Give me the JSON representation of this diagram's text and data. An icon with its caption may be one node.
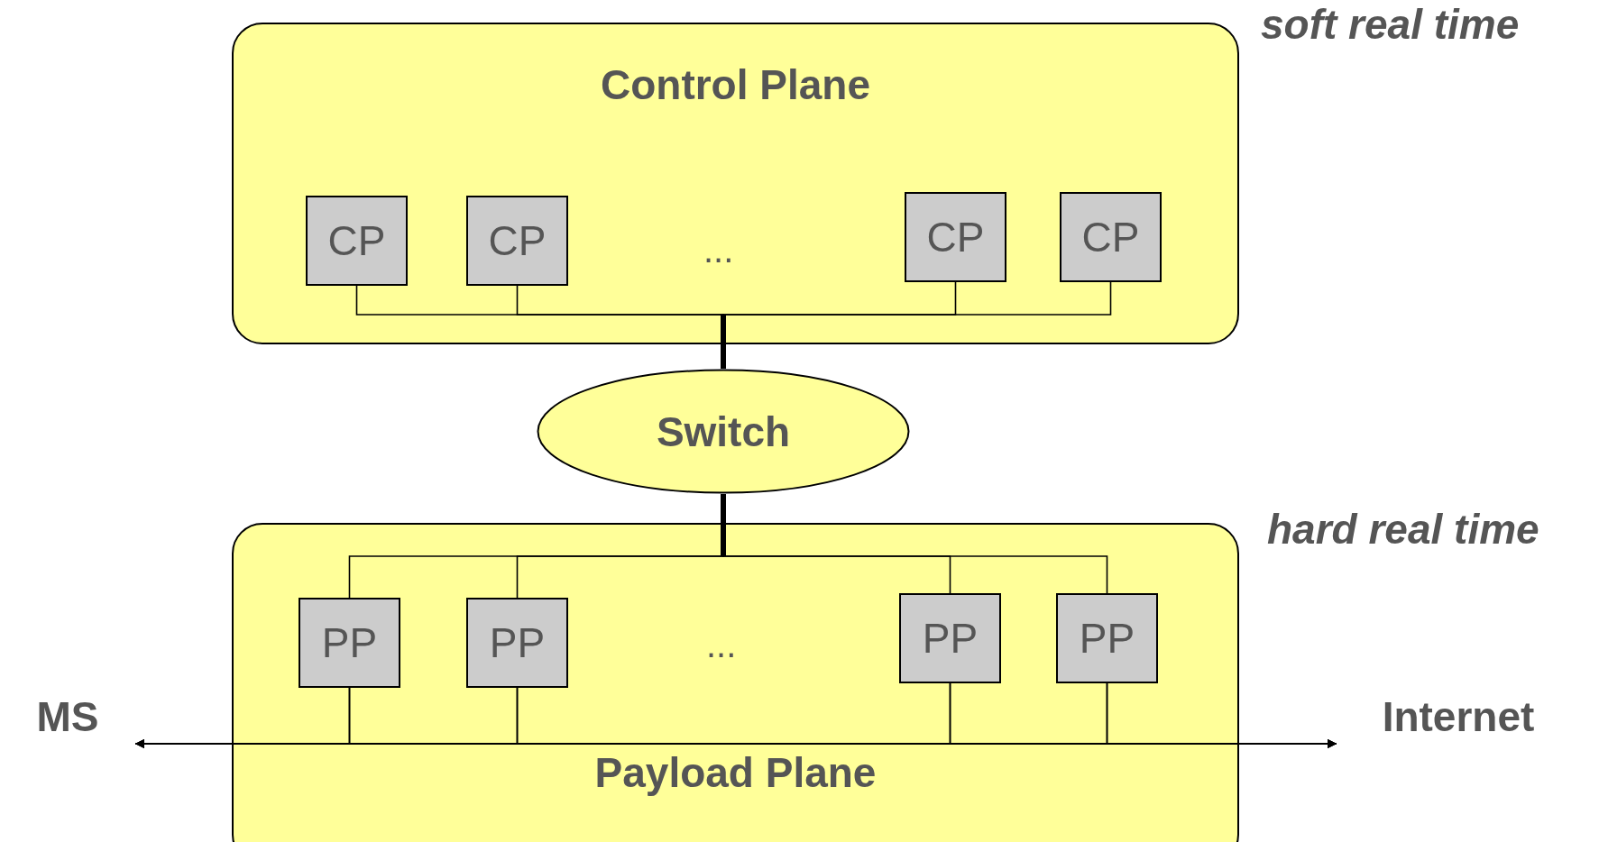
{
  "diagram": {
    "nodes": [
      {
        "text": [
          "Control Plane"
        ]
      },
      {
        "text": [
          "CP"
        ],
        "in": 0
      },
      {
        "text": [
          "CP"
        ],
        "in": 0
      },
      {
        "text": [
          "CP"
        ],
        "in": 0
      },
      {
        "text": [
          "CP"
        ],
        "in": 0
      },
      {
        "text": [
          "Switch"
        ]
      },
      {
        "text": [
          "Payload Plane"
        ]
      },
      {
        "text": [
          "PP"
        ],
        "in": 6
      },
      {
        "text": [
          "PP"
        ],
        "in": 6
      },
      {
        "text": [
          "PP"
        ],
        "in": 6
      },
      {
        "text": [
          "PP"
        ],
        "in": 6
      },
      {
        "text": [
          "MS"
        ]
      },
      {
        "text": [
          "Internet"
        ]
      }
    ],
    "edges": [
      {
        "from": 1,
        "to": 5,
        "arrow": "none"
      },
      {
        "from": 2,
        "to": 5,
        "arrow": "none"
      },
      {
        "from": 3,
        "to": 5,
        "arrow": "none"
      },
      {
        "from": 4,
        "to": 5,
        "arrow": "none"
      },
      {
        "from": 5,
        "to": 7,
        "arrow": "none"
      },
      {
        "from": 5,
        "to": 8,
        "arrow": "none"
      },
      {
        "from": 5,
        "to": 9,
        "arrow": "none"
      },
      {
        "from": 5,
        "to": 10,
        "arrow": "none"
      },
      {
        "from": 7,
        "to": 11,
        "arrow": "to"
      },
      {
        "from": 8,
        "to": 11,
        "arrow": "to"
      },
      {
        "from": 9,
        "to": 11,
        "arrow": "to"
      },
      {
        "from": 10,
        "to": 11,
        "arrow": "to"
      },
      {
        "from": 7,
        "to": 12,
        "arrow": "to"
      },
      {
        "from": 8,
        "to": 12,
        "arrow": "to"
      },
      {
        "from": 9,
        "to": 12,
        "arrow": "to"
      },
      {
        "from": 10,
        "to": 12,
        "arrow": "to"
      }
    ],
    "labels": [
      "soft real time",
      "...",
      "hard real time",
      "..."
    ]
  }
}
